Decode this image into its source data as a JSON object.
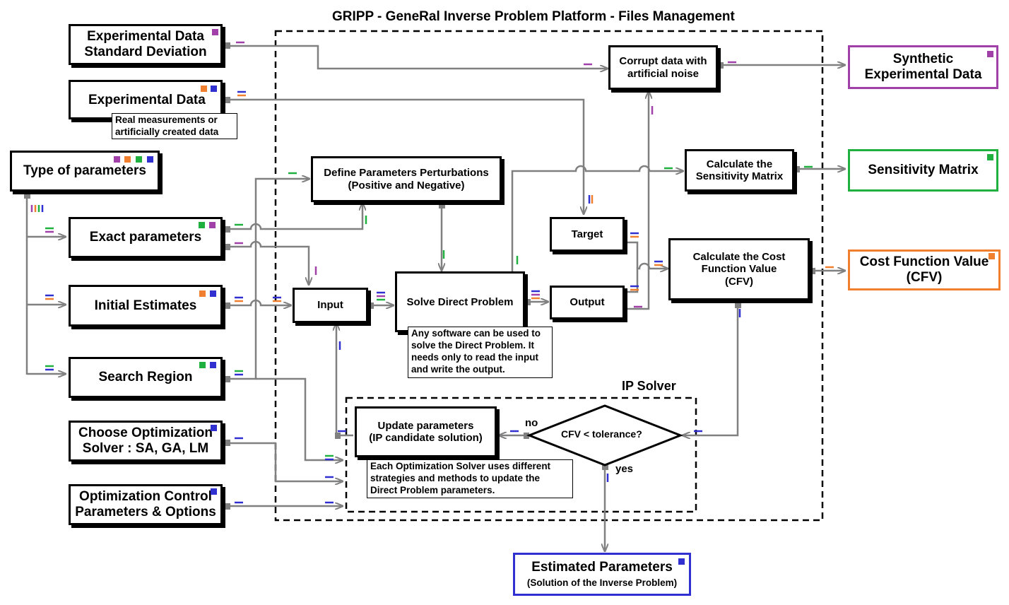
{
  "title": "GRIPP - GeneRal Inverse Problem Platform - Files Management",
  "colors": {
    "purple": "#a040a8",
    "orange": "#f08030",
    "green": "#20b040",
    "blue": "#3030d0",
    "wire": "#808080"
  },
  "inputs": {
    "exp_std_dev": [
      "Experimental Data",
      "Standard Deviation"
    ],
    "exp_data": "Experimental Data",
    "exp_data_note": [
      "Real measurements or",
      "artificially created data"
    ],
    "type_params": "Type of parameters",
    "exact_params": "Exact parameters",
    "initial_estimates": "Initial Estimates",
    "search_region": "Search Region",
    "choose_solver": [
      "Choose Optimization",
      "Solver : SA, GA, LM"
    ],
    "opt_control": [
      "Optimization Control",
      "Parameters & Options"
    ]
  },
  "process": {
    "define_perturbations": [
      "Define Parameters Perturbations",
      "(Positive and Negative)"
    ],
    "input": "Input",
    "solve_direct": "Solve Direct Problem",
    "solve_direct_note": [
      "Any software can be used to",
      "solve the Direct Problem. It",
      "needs only to read the input",
      "and write the output."
    ],
    "output": "Output",
    "target": "Target",
    "corrupt": [
      "Corrupt data with",
      "artificial noise"
    ],
    "sensitivity_calc": [
      "Calculate the",
      "Sensitivity Matrix"
    ],
    "cost_calc": [
      "Calculate the Cost",
      "Function Value",
      "(CFV)"
    ]
  },
  "ip_solver": {
    "label": "IP Solver",
    "update": [
      "Update parameters",
      "(IP candidate solution)"
    ],
    "update_note": [
      "Each Optimization Solver uses different",
      "strategies and methods to update the",
      "Direct Problem parameters."
    ],
    "decision": "CFV < tolerance?",
    "no": "no",
    "yes": "yes"
  },
  "outputs": {
    "synthetic": [
      "Synthetic",
      "Experimental Data"
    ],
    "sensitivity": "Sensitivity Matrix",
    "cost": [
      "Cost Function Value",
      "(CFV)"
    ],
    "estimated_title": "Estimated Parameters",
    "estimated_sub": "(Solution of the Inverse Problem)"
  }
}
